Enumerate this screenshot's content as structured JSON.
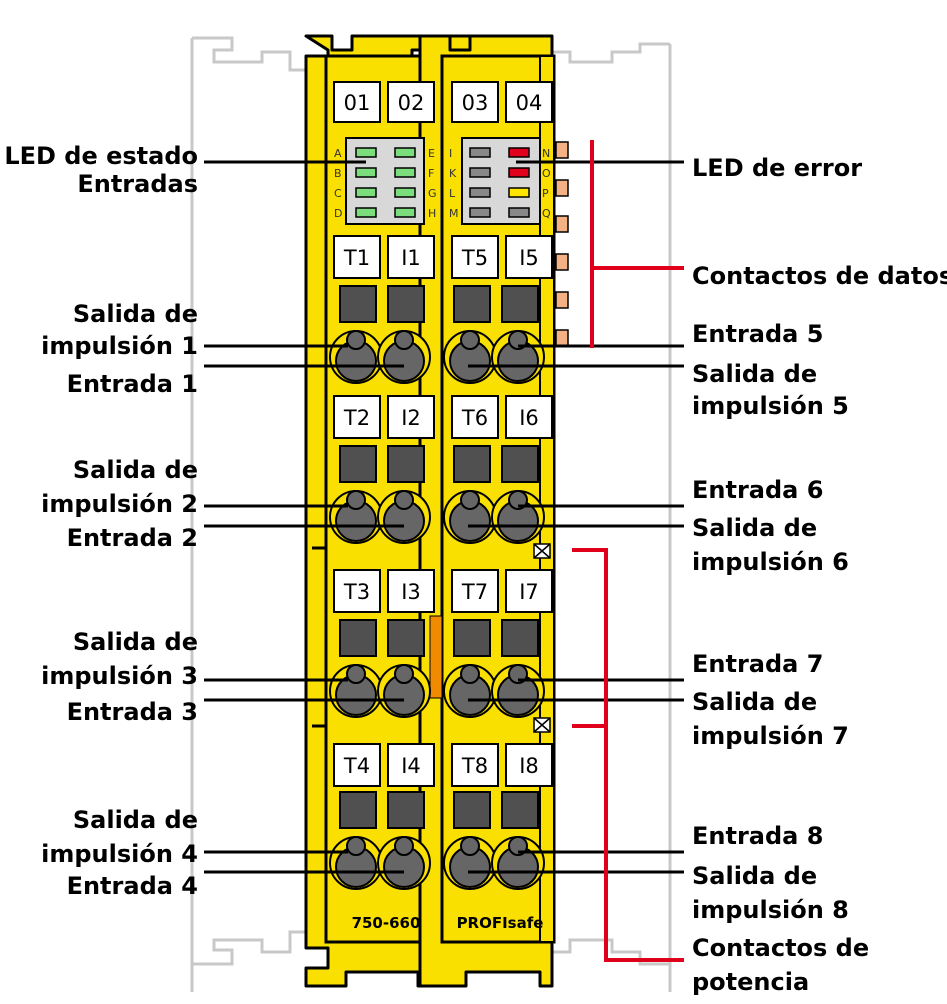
{
  "module": {
    "model": "750-660",
    "protocol": "PROFIsafe",
    "colors": {
      "housing": "#f9e000",
      "outline": "#000000",
      "led_green": "#7cdd7c",
      "led_red": "#e0001b",
      "led_yellow": "#ffe600",
      "led_gray": "#888888",
      "contact": "#f4b183",
      "accent_orange": "#f08a00",
      "callout_red": "#e0001b"
    }
  },
  "channel_labels": [
    "01",
    "02",
    "03",
    "04"
  ],
  "led_letters_left": [
    "A",
    "B",
    "C",
    "D"
  ],
  "led_letters_mid_left": [
    "E",
    "F",
    "G",
    "H"
  ],
  "led_letters_mid_right": [
    "I",
    "K",
    "L",
    "M"
  ],
  "led_letters_right": [
    "N",
    "O",
    "P",
    "Q"
  ],
  "slots": [
    [
      "T1",
      "I1",
      "T5",
      "I5"
    ],
    [
      "T2",
      "I2",
      "T6",
      "I6"
    ],
    [
      "T3",
      "I3",
      "T7",
      "I7"
    ],
    [
      "T4",
      "I4",
      "T8",
      "I8"
    ]
  ],
  "labels_left": {
    "status_led_1": "LED de estado",
    "status_led_2": "Entradas",
    "pulse_out_1_a": "Salida de",
    "pulse_out_1_b": "impulsión 1",
    "input_1": "Entrada 1",
    "pulse_out_2_a": "Salida de",
    "pulse_out_2_b": "impulsión 2",
    "input_2": "Entrada 2",
    "pulse_out_3_a": "Salida de",
    "pulse_out_3_b": "impulsión 3",
    "input_3": "Entrada 3",
    "pulse_out_4_a": "Salida de",
    "pulse_out_4_b": "impulsión 4",
    "input_4": "Entrada 4"
  },
  "labels_right": {
    "error_led": "LED de error",
    "data_contacts": "Contactos de datos",
    "input_5": "Entrada 5",
    "pulse_out_5_a": "Salida de",
    "pulse_out_5_b": "impulsión 5",
    "input_6": "Entrada 6",
    "pulse_out_6_a": "Salida de",
    "pulse_out_6_b": "impulsión 6",
    "input_7": "Entrada 7",
    "pulse_out_7_a": "Salida de",
    "pulse_out_7_b": "impulsión 7",
    "input_8": "Entrada 8",
    "pulse_out_8_a": "Salida de",
    "pulse_out_8_b": "impulsión 8",
    "power_contacts_a": "Contactos de",
    "power_contacts_b": "potencia"
  }
}
